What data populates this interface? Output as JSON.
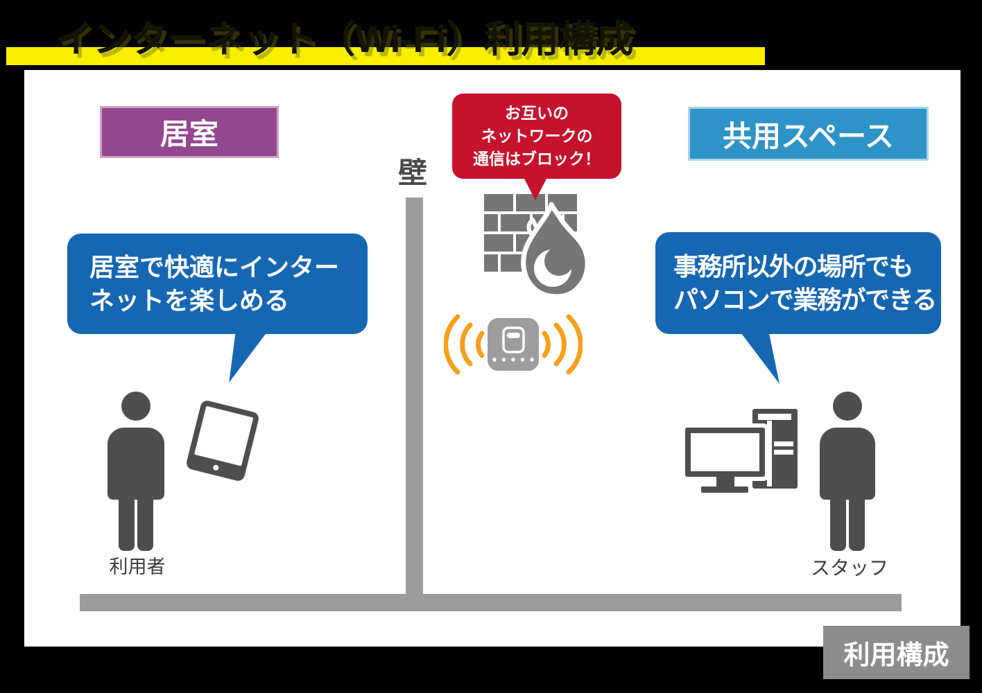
{
  "title": {
    "text": "インターネット（Wi-Fi）利用構成"
  },
  "zones": {
    "left": {
      "label": "居室"
    },
    "right": {
      "label": "共用スペース"
    }
  },
  "wall": {
    "label": "壁"
  },
  "firewall_bubble": {
    "lines": [
      "お互いの",
      "ネットワークの",
      "通信はブロック！"
    ]
  },
  "left_bubble": {
    "lines": [
      "居室で快適にインター",
      "ネットを楽しめる"
    ]
  },
  "right_bubble": {
    "lines": [
      "事務所以外の場所でも",
      "パソコンで業務ができる"
    ]
  },
  "actors": {
    "left_label": "利用者",
    "right_label": "スタッフ"
  },
  "badge": {
    "label": "利用構成"
  },
  "icons": {
    "firewall": "firewall-icon",
    "access_point": "wireless-access-point-icon",
    "tablet": "tablet-icon",
    "desktop": "desktop-pc-icon",
    "person": "person-icon"
  },
  "palette": {
    "highlight_yellow": "#f8f000",
    "zone_purple": "#93478e",
    "zone_blue": "#2e93c6",
    "bubble_blue": "#1667b1",
    "alert_red": "#c5122d",
    "icon_gray": "#4e4e4e",
    "structure_gray": "#9c9c9c",
    "brick_gray": "#767676",
    "ap_gray": "#9d9d9d",
    "wifi_orange": "#f6a01c",
    "badge_gray": "#8c8c8c"
  }
}
